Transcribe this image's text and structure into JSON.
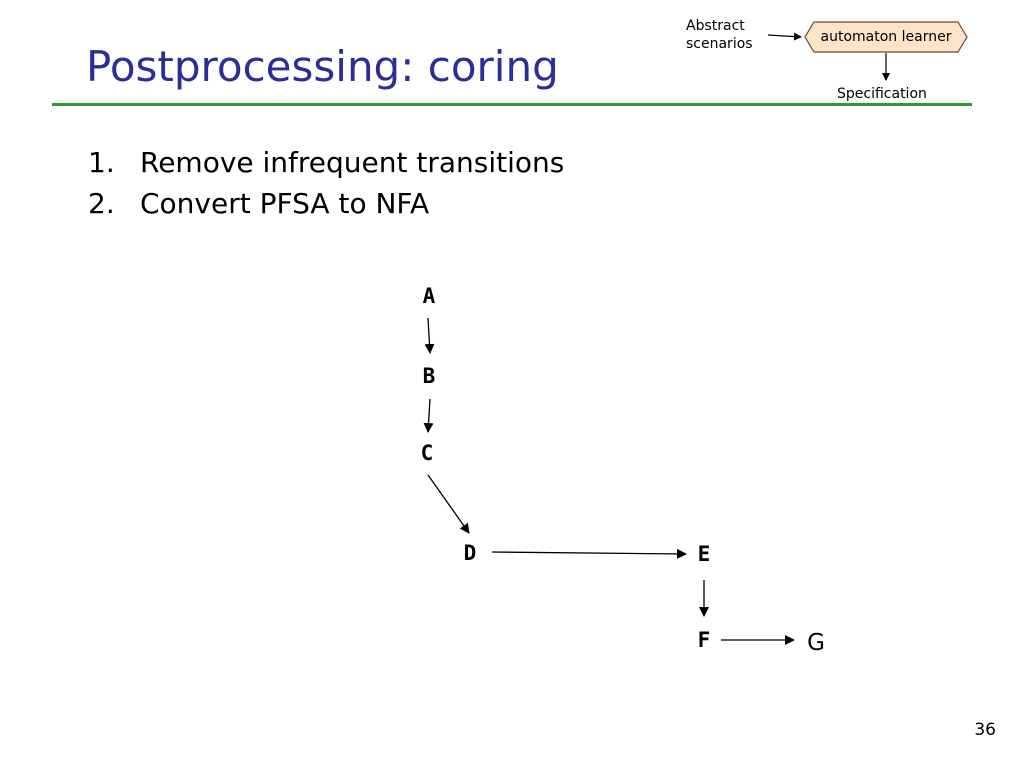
{
  "slide": {
    "title": "Postprocessing: coring",
    "page_number": "36"
  },
  "pipeline": {
    "input_line1": "Abstract",
    "input_line2": "scenarios",
    "stage": "automaton learner",
    "output": "Specification"
  },
  "steps": [
    {
      "number": "1.",
      "text": "Remove infrequent transitions"
    },
    {
      "number": "2.",
      "text": "Convert PFSA to NFA"
    }
  ],
  "automaton": {
    "nodes": [
      "A",
      "B",
      "C",
      "D",
      "E",
      "F",
      "G"
    ],
    "edges": [
      {
        "from": "A",
        "to": "B"
      },
      {
        "from": "B",
        "to": "C"
      },
      {
        "from": "C",
        "to": "D"
      },
      {
        "from": "D",
        "to": "E"
      },
      {
        "from": "E",
        "to": "F"
      },
      {
        "from": "F",
        "to": "G"
      }
    ]
  }
}
